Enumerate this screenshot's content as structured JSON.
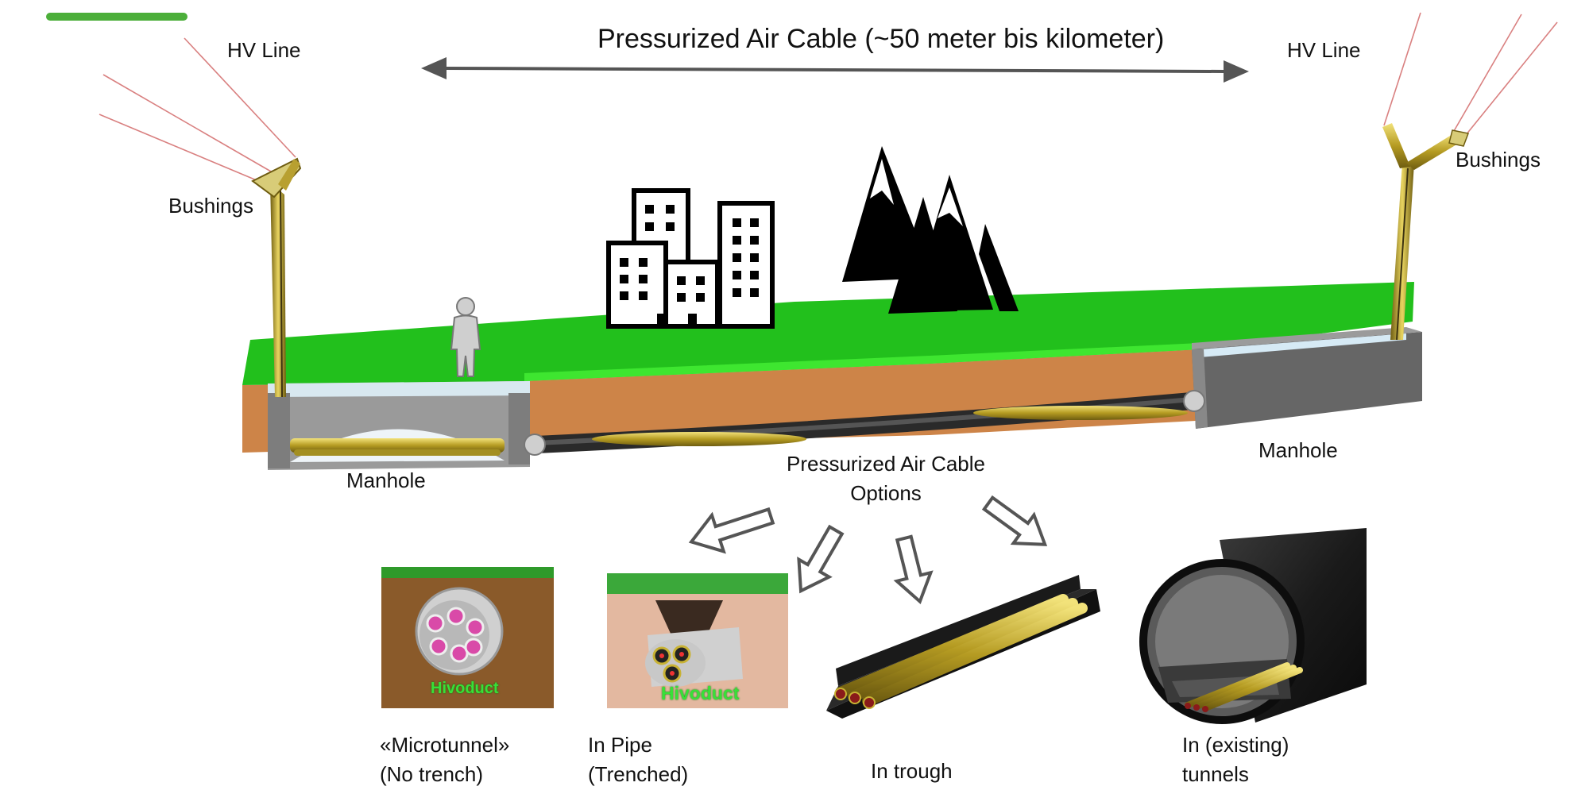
{
  "title": "Pressurized Air Cable (~50 meter bis kilometer)",
  "left_end": {
    "hv_line": "HV Line",
    "bushings": "Bushings",
    "manhole": "Manhole"
  },
  "right_end": {
    "hv_line": "HV Line",
    "bushings": "Bushings",
    "manhole": "Manhole"
  },
  "cable_options_label": "Pressurized Air Cable\nOptions",
  "options": [
    {
      "caption": "«Microtunnel»\n(No trench)",
      "badge": "Hivoduct"
    },
    {
      "caption": "In Pipe\n(Trenched)",
      "badge": "Hivoduct"
    },
    {
      "caption": "In trough"
    },
    {
      "caption": "In (existing)\ntunnels"
    }
  ],
  "colors": {
    "grass": "#22c01c",
    "soil": "#cd8448",
    "manhole": "#8a8a8a",
    "cable_gold": "#c8b234",
    "accent_bar": "#4caf3a"
  },
  "icons": [
    "person-icon",
    "buildings-icon",
    "mountains-icon",
    "arrow-icon"
  ]
}
